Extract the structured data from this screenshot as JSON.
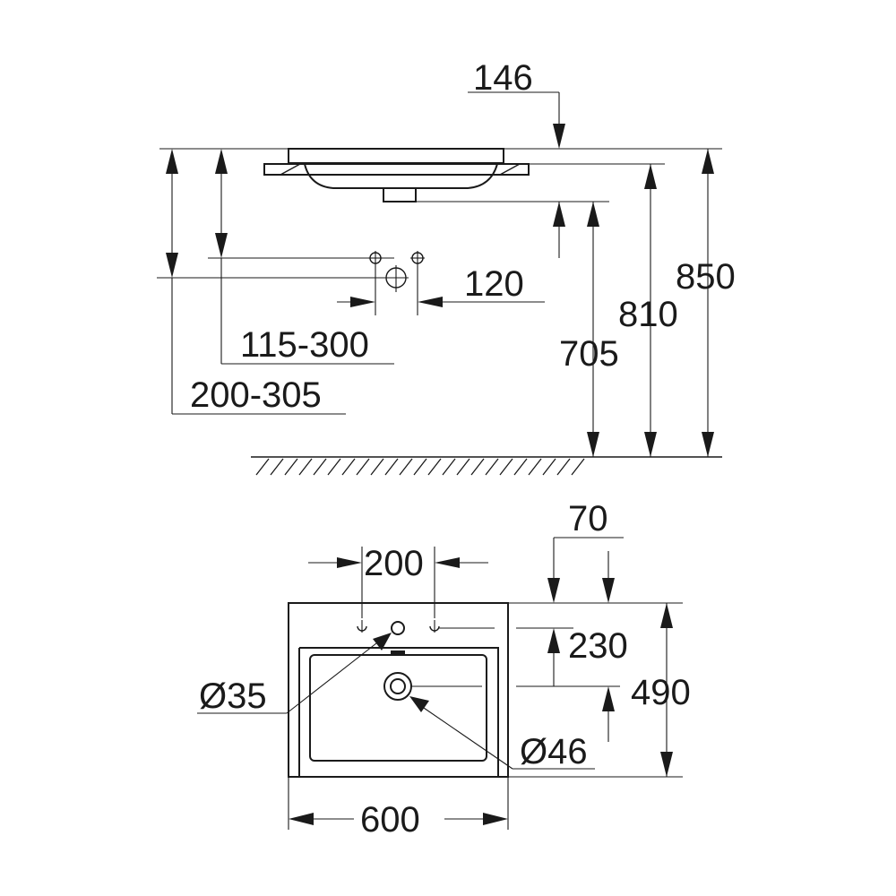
{
  "side_view": {
    "dim_146": "146",
    "dim_120": "120",
    "dim_115_300": "115-300",
    "dim_200_305": "200-305",
    "dim_705": "705",
    "dim_810": "810",
    "dim_850": "850"
  },
  "top_view": {
    "dim_200": "200",
    "dim_70": "70",
    "dim_230": "230",
    "dim_490": "490",
    "dim_d35": "Ø35",
    "dim_d46": "Ø46",
    "dim_600": "600"
  }
}
